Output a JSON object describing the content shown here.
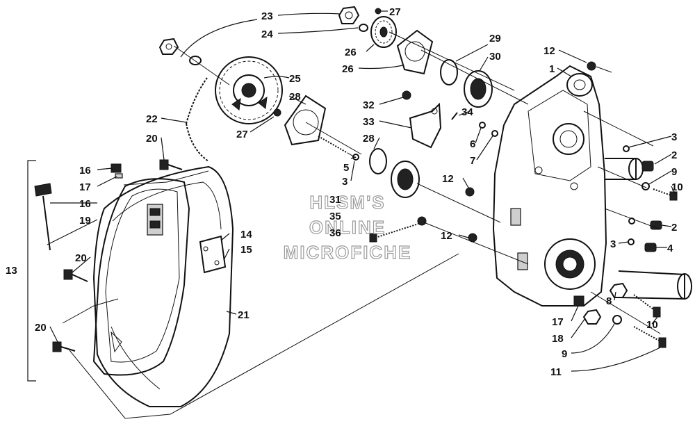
{
  "diagram": {
    "watermark": [
      "HLSM'S",
      "ONLINE",
      "MICROFICHE"
    ],
    "callouts": [
      "1",
      "2",
      "2",
      "3",
      "3",
      "3",
      "3",
      "4",
      "5",
      "6",
      "7",
      "7",
      "8",
      "9",
      "9",
      "10",
      "10",
      "11",
      "12",
      "12",
      "12",
      "13",
      "14",
      "15",
      "16",
      "16",
      "17",
      "17",
      "18",
      "19",
      "20",
      "20",
      "20",
      "21",
      "22",
      "23",
      "24",
      "25",
      "26",
      "26",
      "27",
      "27",
      "28",
      "28",
      "29",
      "30",
      "31",
      "32",
      "33",
      "34",
      "35",
      "36"
    ]
  }
}
